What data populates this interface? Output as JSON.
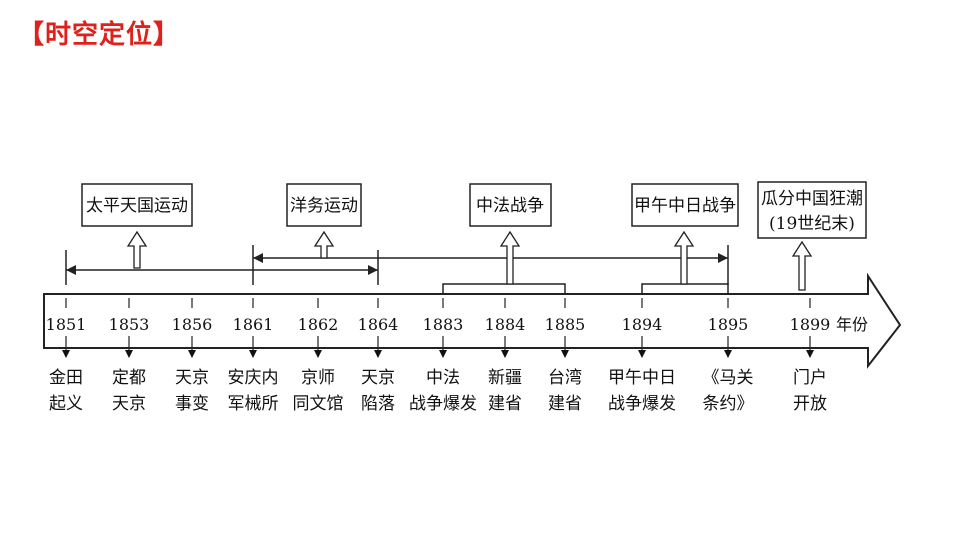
{
  "title": "【时空定位】",
  "unit_label": "年份",
  "years": [
    "1851",
    "1853",
    "1856",
    "1861",
    "1862",
    "1864",
    "1883",
    "1884",
    "1885",
    "1894",
    "1895",
    "1899"
  ],
  "events": [
    [
      "金田",
      "起义"
    ],
    [
      "定都",
      "天京"
    ],
    [
      "天京",
      "事变"
    ],
    [
      "安庆内",
      "军械所"
    ],
    [
      "京师",
      "同文馆"
    ],
    [
      "天京",
      "陷落"
    ],
    [
      "中法",
      "战争爆发"
    ],
    [
      "新疆",
      "建省"
    ],
    [
      "台湾",
      "建省"
    ],
    [
      "甲午中日",
      "战争爆发"
    ],
    [
      "《马关",
      "条约》"
    ],
    [
      "门户",
      "开放"
    ]
  ],
  "periods": [
    {
      "label": "太平天国运动"
    },
    {
      "label": "洋务运动"
    },
    {
      "label": "中法战争"
    },
    {
      "label": "甲午中日战争"
    },
    {
      "label": "瓜分中国狂潮",
      "sublabel": "(19世纪末)"
    }
  ]
}
